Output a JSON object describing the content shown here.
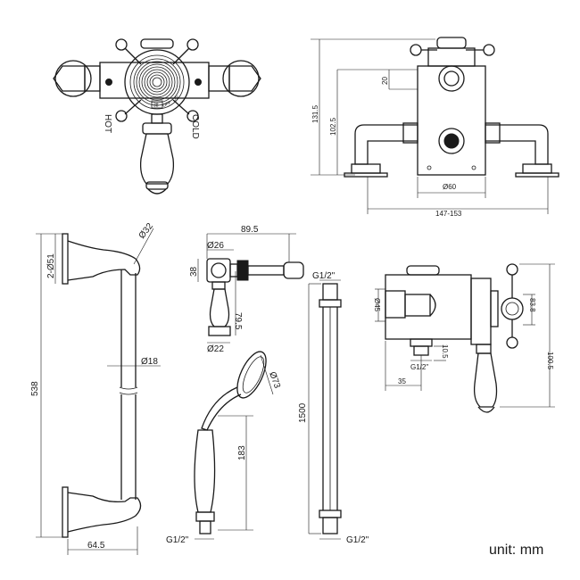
{
  "labels": {
    "hot": "HOT",
    "cold": "COLD",
    "off": "OFF",
    "on": "ON",
    "temp": "38",
    "unit": "unit: mm"
  },
  "dims": {
    "d_131_5": "131.5",
    "d_102_5": "102.5",
    "d_20": "20",
    "d_60": "Ø60",
    "d_147_153": "147-153",
    "d_32": "Ø32",
    "d_51": "2-Ø51",
    "d_538": "538",
    "d_18": "Ø18",
    "d_64_5": "64.5",
    "d_89_5": "89.5",
    "d_26": "Ø26",
    "d_38": "38",
    "d_79_5": "79.5",
    "d_22": "Ø22",
    "d_73": "Ø73",
    "d_183": "183",
    "g_half_handset": "G1/2\"",
    "d_1500": "1500",
    "g_half_hose_top": "G1/2\"",
    "g_half_hose_bottom": "G1/2\"",
    "d_45": "Ø45",
    "d_83_8": "83.8",
    "d_100_5": "100.5",
    "d_10_5": "10.5",
    "d_35": "35",
    "g_half_side": "G1/2\""
  }
}
